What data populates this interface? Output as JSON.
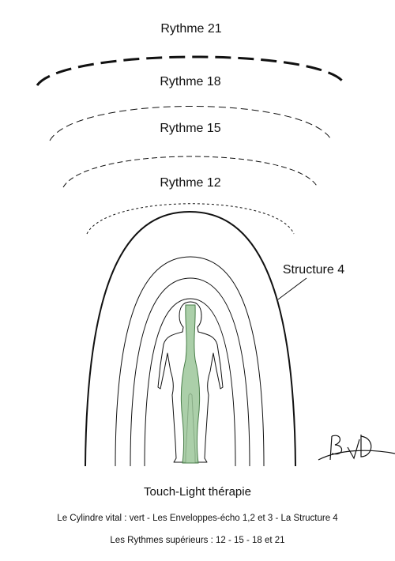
{
  "labels": {
    "rythme_21": "Rythme 21",
    "rythme_18": "Rythme 18",
    "rythme_15": "Rythme 15",
    "rythme_12": "Rythme 12",
    "structure_4": "Structure 4"
  },
  "caption": {
    "title": "Touch-Light thérapie",
    "line1": "Le Cylindre vital : vert - Les Enveloppes-écho 1,2 et 3 - La Structure 4",
    "line2": "Les Rythmes supérieurs : 12 - 15 - 18 et 21"
  },
  "signature": "BvD",
  "colors": {
    "cylinder_fill": "#9cc79a",
    "cylinder_stroke": "#4a7e4a",
    "line": "#111111"
  }
}
